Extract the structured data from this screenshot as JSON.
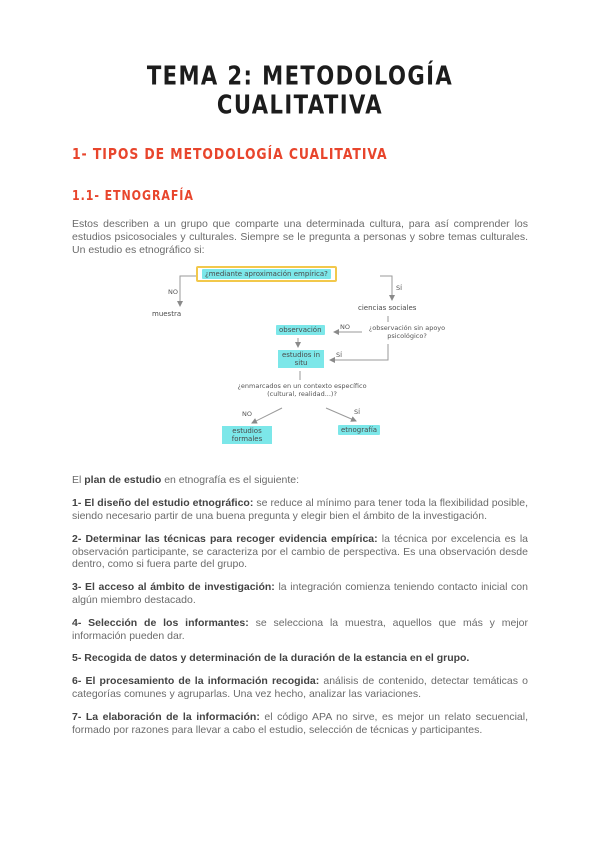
{
  "page": {
    "title": "TEMA 2: METODOLOGÍA CUALITATIVA",
    "section": "1- TIPOS DE METODOLOGÍA CUALITATIVA",
    "subsection": "1.1- ETNOGRAFÍA",
    "intro": "Estos describen a un grupo que comparte una determinada cultura, para así comprender los estudios psicosociales y culturales. Siempre se le pregunta a personas y sobre temas culturales. Un estudio es etnográfico si:",
    "plan": {
      "pre": "El ",
      "bold": "plan de estudio",
      "post": " en etnografía es el siguiente:"
    },
    "items": [
      {
        "lead": "1- El diseño del estudio etnográfico:",
        "body": " se reduce al mínimo para tener toda la flexibilidad posible, siendo necesario partir de una buena pregunta y elegir bien el ámbito de la investigación."
      },
      {
        "lead": "2- Determinar las técnicas para recoger evidencia empírica:",
        "body": " la técnica por excelencia es la observación participante, se caracteriza por el cambio de perspectiva. Es una observación desde dentro, como si fuera parte del grupo."
      },
      {
        "lead": "3- El acceso al ámbito de investigación:",
        "body": " la integración comienza teniendo contacto inicial con algún miembro destacado."
      },
      {
        "lead": "4- Selección de los informantes:",
        "body": " se selecciona la muestra, aquellos que más y mejor información pueden dar."
      },
      {
        "lead": "5- Recogida de datos y determinación de la duración de la estancia en el grupo.",
        "body": ""
      },
      {
        "lead": "6- El procesamiento de la información recogida:",
        "body": " análisis de contenido, detectar temáticas o categorías comunes y agruparlas. Una vez hecho, analizar las variaciones."
      },
      {
        "lead": "7- La elaboración de la información:",
        "body": " el código APA no sirve, es mejor un relato secuencial, formado por razones para llevar a cabo el estudio, selección de técnicas y participantes."
      }
    ]
  },
  "flowchart": {
    "top_question": "¿mediante aproximación empírica?",
    "no": "NO",
    "si": "SÍ",
    "muestra": "muestra",
    "ciencias_sociales": "ciencias sociales",
    "observacion": "observación",
    "obs_question": "¿observación sin apoyo psicológico?",
    "estudios_in_situ": "estudios in situ",
    "contexto_question": "¿enmarcados en un contexto específico (cultural, realidad...)?",
    "estudios_formales": "estudios formales",
    "etnografia": "etnografía"
  },
  "colors": {
    "heading_red": "#e8452c",
    "highlight_cyan": "#7ce7e9",
    "box_yellow": "#f2c84b"
  }
}
